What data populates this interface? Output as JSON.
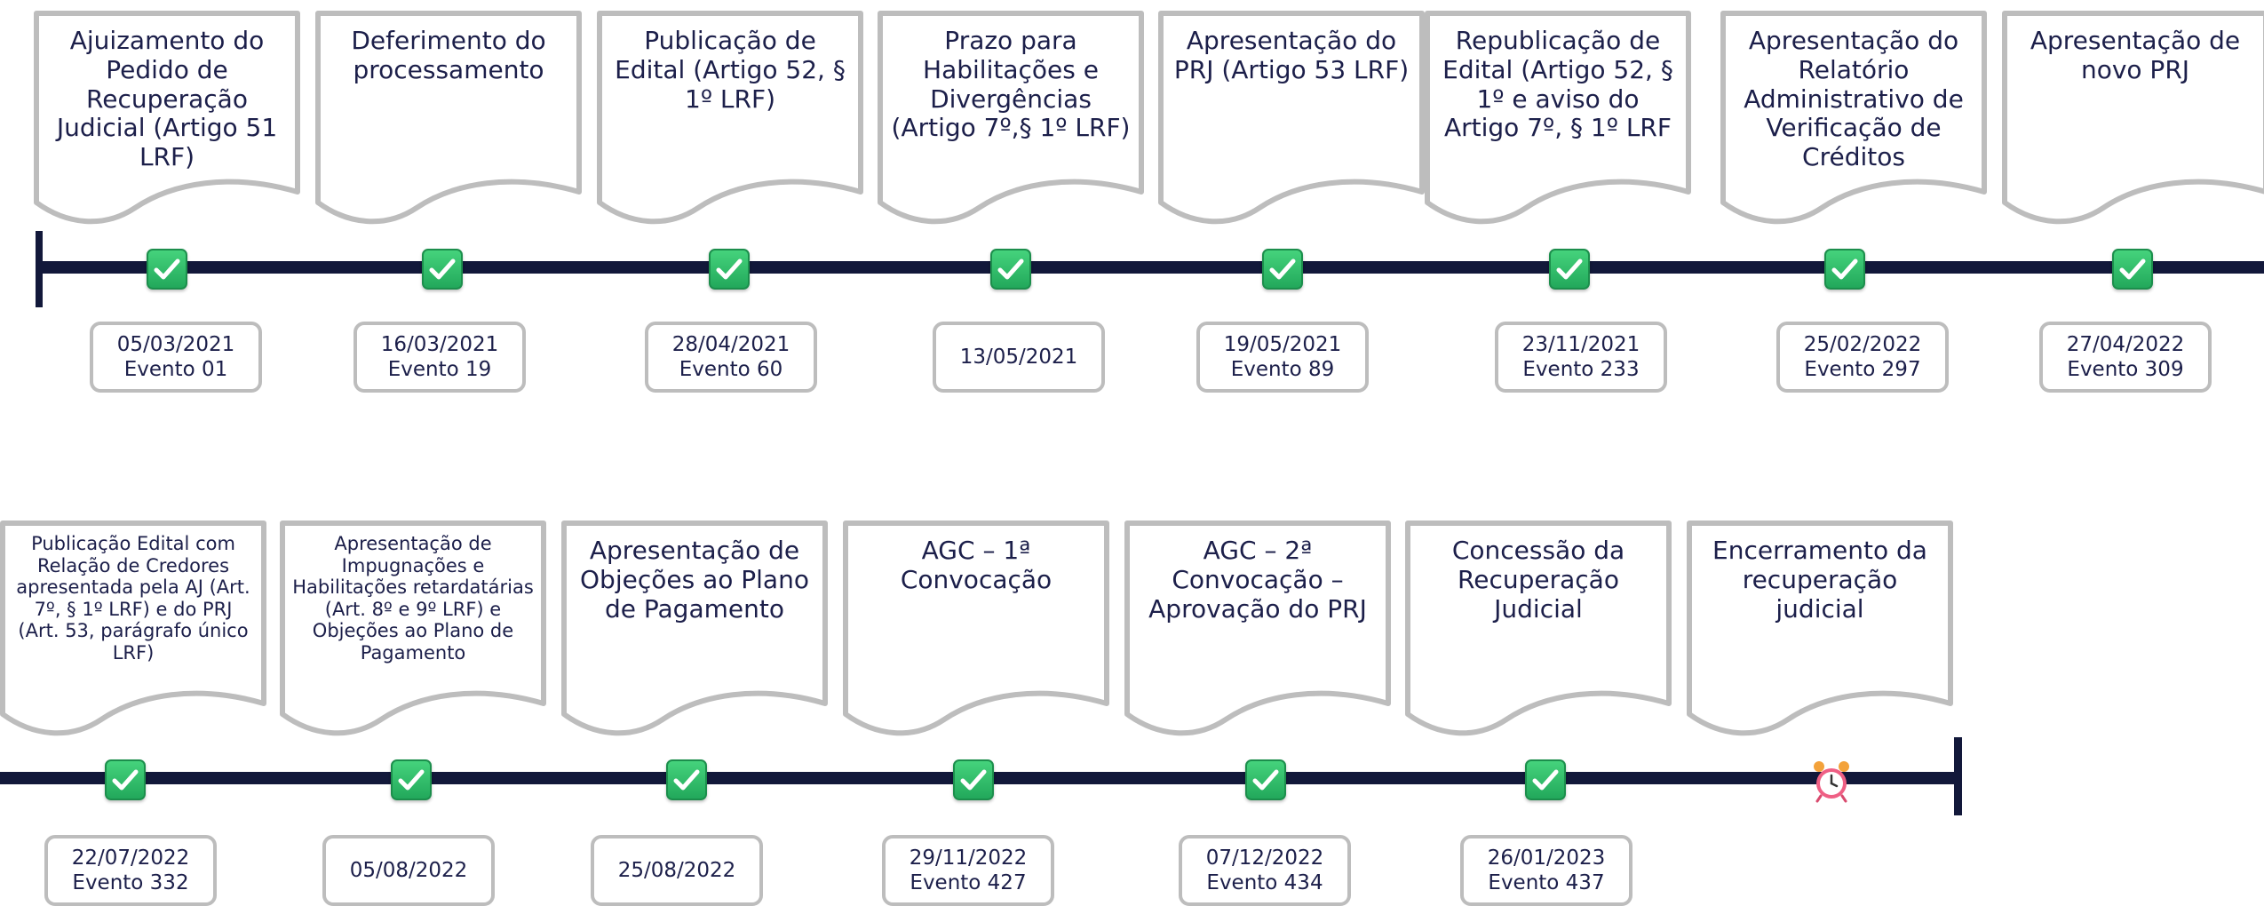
{
  "rows": [
    {
      "events": [
        {
          "title": "Ajuizamento do Pedido de Recuperação Judicial (Artigo 51 LRF)",
          "date": "05/03/2021",
          "event": "Evento 01",
          "status": "done"
        },
        {
          "title": "Deferimento do processamento",
          "date": "16/03/2021",
          "event": "Evento 19",
          "status": "done"
        },
        {
          "title": "Publicação de Edital (Artigo 52, § 1º LRF)",
          "date": "28/04/2021",
          "event": "Evento 60",
          "status": "done"
        },
        {
          "title": "Prazo para Habilitações e Divergências (Artigo 7º,§ 1º LRF)",
          "date": "13/05/2021",
          "event": "",
          "status": "done"
        },
        {
          "title": "Apresentação do PRJ (Artigo 53 LRF)",
          "date": "19/05/2021",
          "event": "Evento 89",
          "status": "done"
        },
        {
          "title": "Republicação de Edital (Artigo 52, § 1º e aviso do Artigo 7º, § 1º LRF",
          "date": "23/11/2021",
          "event": "Evento 233",
          "status": "done"
        },
        {
          "title": "Apresentação do Relatório Administrativo de Verificação de Créditos",
          "date": "25/02/2022",
          "event": "Evento 297",
          "status": "done"
        },
        {
          "title": "Apresentação de novo PRJ",
          "date": "27/04/2022",
          "event": "Evento 309",
          "status": "done"
        }
      ]
    },
    {
      "events": [
        {
          "title": "Publicação Edital com Relação de Credores apresentada pela AJ (Art. 7º, § 1º LRF) e do PRJ (Art. 53, parágrafo único LRF)",
          "date": "22/07/2022",
          "event": "Evento 332",
          "status": "done"
        },
        {
          "title": "Apresentação de Impugnações e Habilitações retardatárias (Art. 8º e 9º LRF) e Objeções ao Plano de Pagamento",
          "date": "05/08/2022",
          "event": "",
          "status": "done"
        },
        {
          "title": "Apresentação de Objeções ao Plano de Pagamento",
          "date": "25/08/2022",
          "event": "",
          "status": "done"
        },
        {
          "title": "AGC – 1ª Convocação",
          "date": "29/11/2022",
          "event": "Evento 427",
          "status": "done"
        },
        {
          "title": "AGC – 2ª Convocação – Aprovação do PRJ",
          "date": "07/12/2022",
          "event": "Evento 434",
          "status": "done"
        },
        {
          "title": "Concessão da Recuperação Judicial",
          "date": "26/01/2023",
          "event": "Evento 437",
          "status": "done"
        },
        {
          "title": "Encerramento da recuperação judicial",
          "date": "",
          "event": "",
          "status": "pending"
        }
      ]
    }
  ],
  "colors": {
    "axis": "#12183a",
    "doc_border": "#bdbdbd",
    "text": "#1c1f4a",
    "check": "#2fbf6b",
    "alarm": "#ef5f84"
  },
  "icons": {
    "done": "checkmark-icon",
    "pending": "alarm-clock-icon"
  }
}
